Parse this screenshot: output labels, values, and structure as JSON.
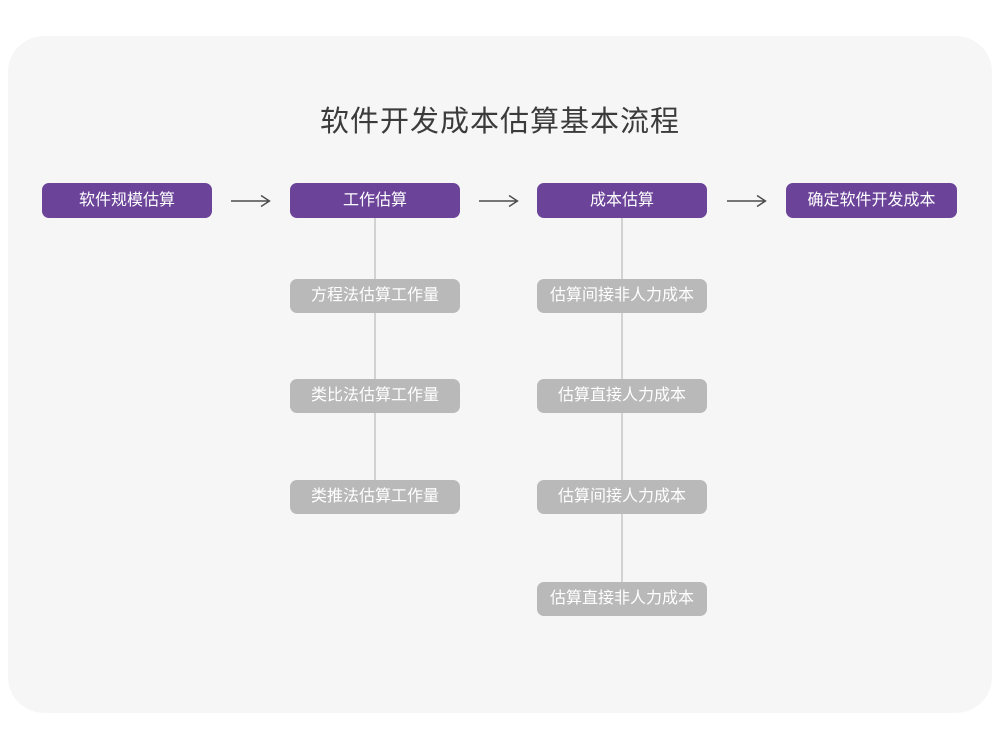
{
  "title": "软件开发成本估算基本流程",
  "colors": {
    "main_node_purple": "#6b4399",
    "sub_node_gray": "#b9b9b9",
    "canvas_gray": "#f6f6f6",
    "connector_gray": "#d2d2d2",
    "arrow_gray": "#4c4c4c",
    "title_text": "#3b3b3b",
    "node_text": "#ffffff"
  },
  "flow": {
    "main_steps": [
      {
        "label": "软件规模估算",
        "sub_steps": []
      },
      {
        "label": "工作估算",
        "sub_steps": [
          "方程法估算工作量",
          "类比法估算工作量",
          "类推法估算工作量"
        ]
      },
      {
        "label": "成本估算",
        "sub_steps": [
          "估算间接非人力成本",
          "估算直接人力成本",
          "估算间接人力成本",
          "估算直接非人力成本"
        ]
      },
      {
        "label": "确定软件开发成本",
        "sub_steps": []
      }
    ]
  }
}
